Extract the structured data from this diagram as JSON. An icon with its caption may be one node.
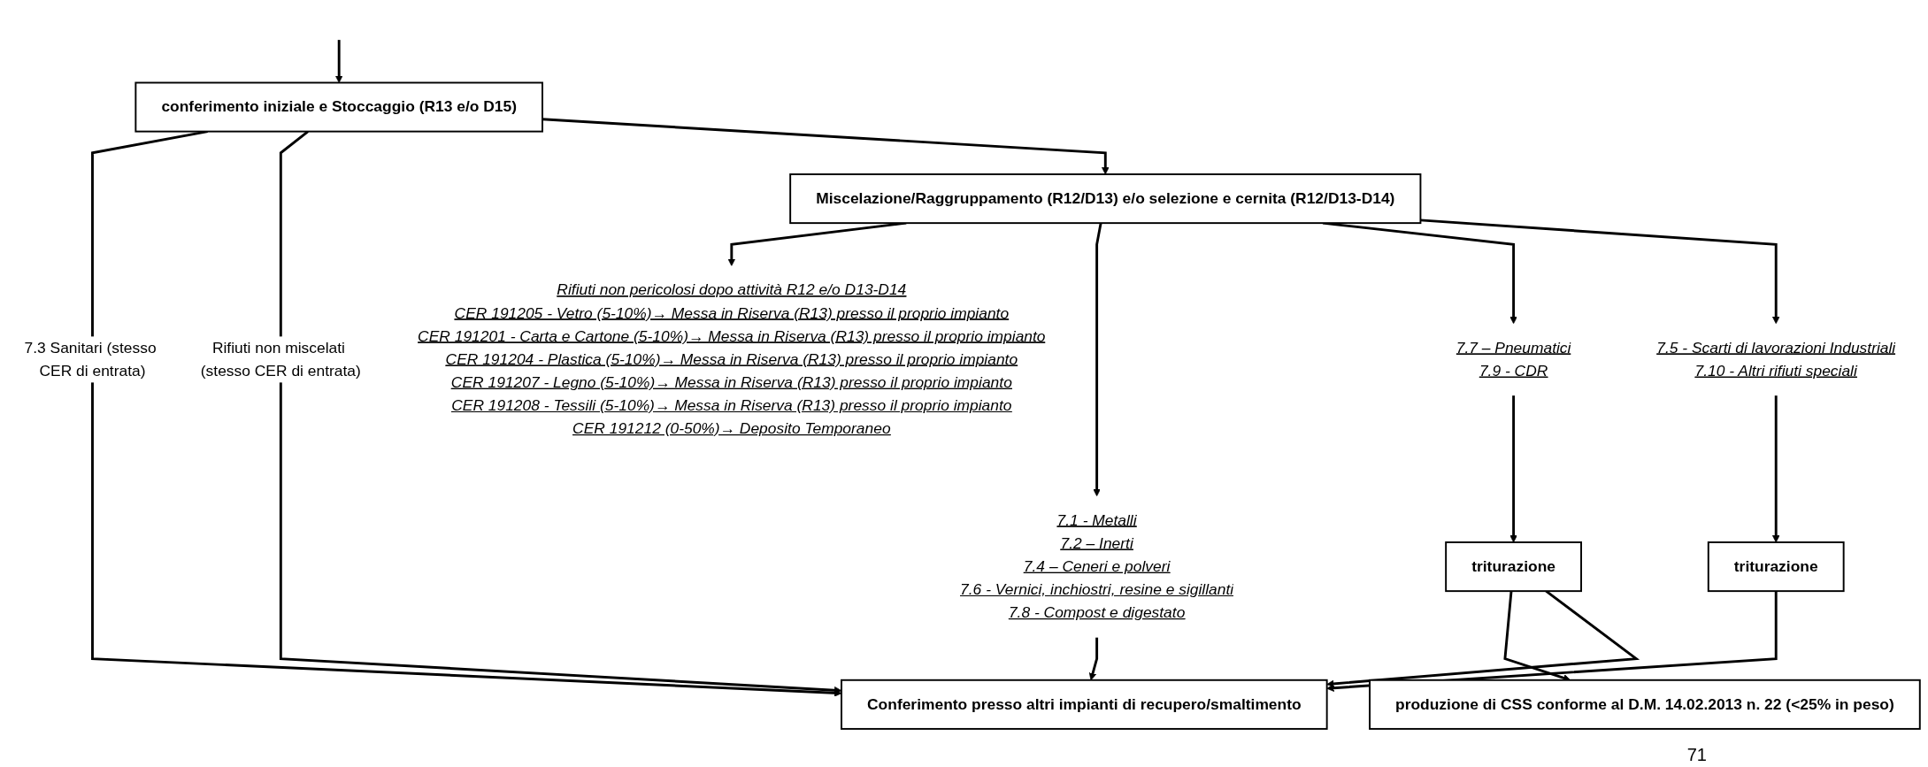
{
  "diagram": {
    "nodes": [
      {
        "text": [
          "conferimento iniziale e Stoccaggio (R13 e/o D15)"
        ]
      },
      {
        "text": [
          "Miscelazione/Raggruppamento (R12/D13) e/o selezione e cernita (R12/D13-D14)"
        ]
      },
      {
        "text": [
          "Rifiuti non pericolosi dopo attività R12 e/o D13-D14",
          "CER 191205 - Vetro (5-10%)→ Messa in Riserva (R13) presso il proprio impianto",
          "CER 191201 - Carta e Cartone (5-10%)→ Messa in Riserva (R13) presso il proprio impianto",
          "CER 191204 - Plastica (5-10%)→ Messa in Riserva (R13) presso il proprio impianto",
          "CER 191207 - Legno (5-10%)→ Messa in Riserva (R13) presso il proprio impianto",
          "CER 191208 - Tessili (5-10%)→ Messa in Riserva (R13) presso il proprio impianto",
          "CER 191212 (0-50%)→ Deposito Temporaneo"
        ]
      },
      {
        "text": [
          "7.7 – Pneumatici",
          "7.9 - CDR"
        ]
      },
      {
        "text": [
          "7.5 - Scarti di lavorazioni Industriali",
          "7.10 - Altri rifiuti speciali"
        ]
      },
      {
        "text": [
          "triturazione"
        ]
      },
      {
        "text": [
          "triturazione"
        ]
      },
      {
        "text": [
          "7.1 - Metalli",
          "7.2 – Inerti",
          "7.4 – Ceneri e polveri",
          "7.6 - Vernici, inchiostri, resine e sigillanti",
          "7.8 - Compost e digestato"
        ]
      },
      {
        "text": [
          "produzione di CSS conforme al D.M. 14.02.2013 n. 22 (<25% in peso)"
        ]
      },
      {
        "text": [
          "Conferimento presso altri impianti di recupero/smaltimento"
        ]
      }
    ],
    "edges": [
      {
        "from": null,
        "to": 0,
        "arrow": "to"
      },
      {
        "from": 0,
        "to": 9,
        "arrow": "to",
        "label": "7.3 Sanitari (stesso CER di entrata)"
      },
      {
        "from": 0,
        "to": 9,
        "arrow": "to",
        "label": "Rifiuti non miscelati (stesso CER di entrata)"
      },
      {
        "from": 0,
        "to": 1,
        "arrow": "to"
      },
      {
        "from": 1,
        "to": 2,
        "arrow": "to"
      },
      {
        "from": 1,
        "to": 7,
        "arrow": "to"
      },
      {
        "from": 1,
        "to": 3,
        "arrow": "to"
      },
      {
        "from": 1,
        "to": 4,
        "arrow": "to"
      },
      {
        "from": 3,
        "to": 5,
        "arrow": "to"
      },
      {
        "from": 4,
        "to": 6,
        "arrow": "to"
      },
      {
        "from": 5,
        "to": 8,
        "arrow": "to"
      },
      {
        "from": 5,
        "to": 9,
        "arrow": "to"
      },
      {
        "from": 6,
        "to": 9,
        "arrow": "to"
      },
      {
        "from": 7,
        "to": 9,
        "arrow": "to"
      }
    ],
    "labels": [
      "71"
    ]
  }
}
